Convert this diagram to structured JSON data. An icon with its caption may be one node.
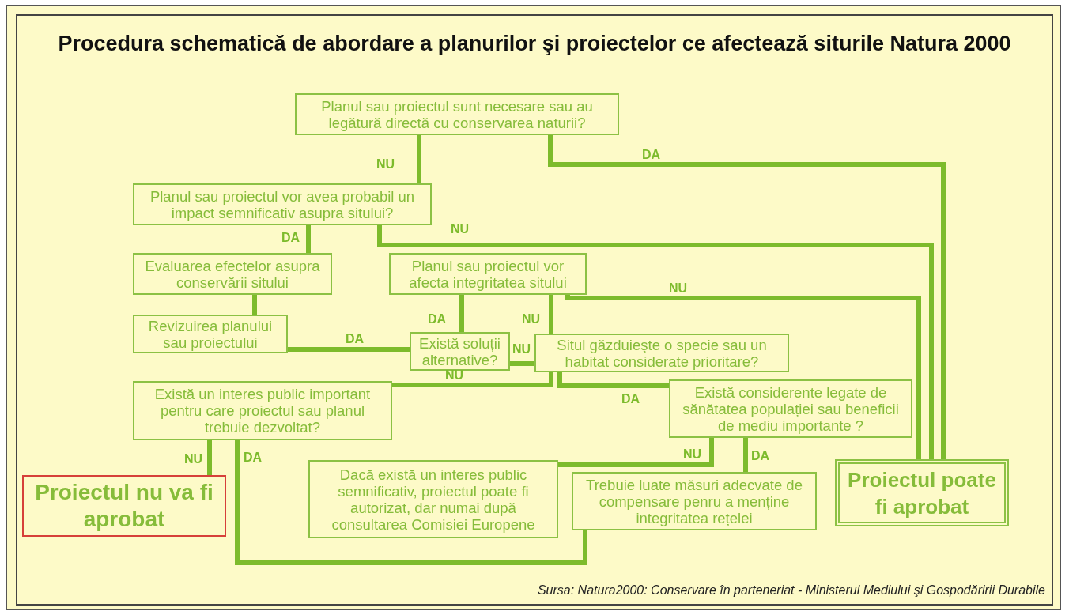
{
  "diagram": {
    "title": "Procedura schematică de abordare a planurilor şi proiectelor ce afectează siturile Natura 2000",
    "caption": "Sursa: Natura2000: Conservare în parteneriat - Ministerul Mediului şi Gospodăririi Durabile",
    "nodes": [
      {
        "text": [
          "Planul sau proiectul sunt necesare sau au legătură directă cu conservarea naturii?"
        ]
      },
      {
        "text": [
          "Planul sau proiectul vor avea probabil un impact semnificativ asupra sitului?"
        ]
      },
      {
        "text": [
          "Evaluarea efectelor asupra conservării sitului"
        ]
      },
      {
        "text": [
          "Planul sau proiectul vor afecta integritatea sitului"
        ]
      },
      {
        "text": [
          "Revizuirea planului sau proiectului"
        ]
      },
      {
        "text": [
          "Există soluții alternative?"
        ]
      },
      {
        "text": [
          "Situl găzduieşte o specie sau un habitat considerate prioritare?"
        ]
      },
      {
        "text": [
          "Există un interes public important pentru care proiectul sau planul trebuie dezvoltat?"
        ]
      },
      {
        "text": [
          "Există considerente legate de sănătatea populației sau beneficii de mediu importante ?"
        ]
      },
      {
        "text": [
          "Proiectul nu va fi aprobat"
        ]
      },
      {
        "text": [
          "Dacă există un interes public semnificativ, proiectul poate fi autorizat, dar numai după consultarea Comisiei Europene"
        ]
      },
      {
        "text": [
          "Trebuie luate măsuri adecvate de compensare penru a menține integritatea rețelei"
        ]
      },
      {
        "text": [
          "Proiectul poate fi aprobat"
        ]
      }
    ],
    "edges": [
      {
        "from": 0,
        "to": 1,
        "arrow": "none",
        "label": "NU"
      },
      {
        "from": 0,
        "to": 12,
        "arrow": "none",
        "label": "DA"
      },
      {
        "from": 1,
        "to": 2,
        "arrow": "none",
        "label": "DA"
      },
      {
        "from": 1,
        "to": 12,
        "arrow": "none",
        "label": "NU"
      },
      {
        "from": 2,
        "to": 4,
        "arrow": "none"
      },
      {
        "from": 3,
        "to": 5,
        "arrow": "none",
        "label": "DA"
      },
      {
        "from": 3,
        "to": 6,
        "arrow": "none",
        "label": "NU"
      },
      {
        "from": 3,
        "to": 12,
        "arrow": "none",
        "label": "NU"
      },
      {
        "from": 5,
        "to": 4,
        "arrow": "none",
        "label": "DA"
      },
      {
        "from": 5,
        "to": 6,
        "arrow": "none",
        "label": "NU"
      },
      {
        "from": 6,
        "to": 7,
        "arrow": "none",
        "label": "NU"
      },
      {
        "from": 6,
        "to": 8,
        "arrow": "none",
        "label": "DA"
      },
      {
        "from": 7,
        "to": 9,
        "arrow": "none",
        "label": "NU"
      },
      {
        "from": 7,
        "to": 11,
        "arrow": "none",
        "label": "DA"
      },
      {
        "from": 8,
        "to": 10,
        "arrow": "none",
        "label": "NU"
      },
      {
        "from": 8,
        "to": 11,
        "arrow": "none",
        "label": "DA"
      }
    ]
  }
}
